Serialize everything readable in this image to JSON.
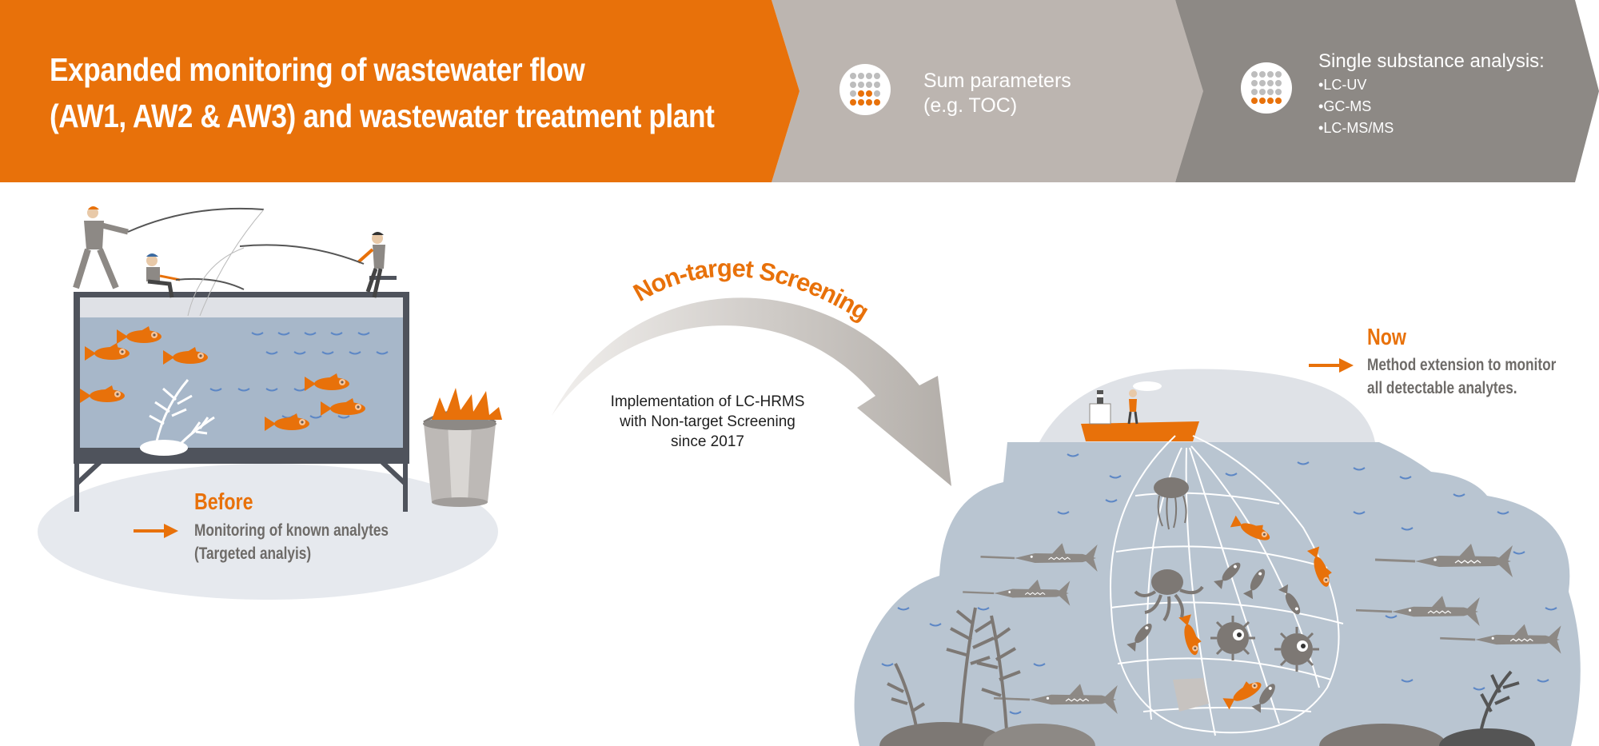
{
  "banner": {
    "title_line1": "Expanded monitoring of wastewater flow",
    "title_line2": "(AW1, AW2 & AW3) and wastewater treatment plant",
    "sum_parameters": {
      "line1": "Sum parameters",
      "line2": "(e.g. TOC)"
    },
    "single_substance": {
      "title": "Single substance analysis:",
      "items": [
        "LC-UV",
        "GC-MS",
        "LC-MS/MS"
      ]
    }
  },
  "arrow": {
    "label": "Non-target Screening",
    "caption_line1": "Implementation of LC-HRMS",
    "caption_line2": "with Non-target Screening",
    "caption_line3": "since 2017"
  },
  "before": {
    "heading": "Before",
    "text_line1": "Monitoring of known analytes",
    "text_line2": "(Targeted analyis)"
  },
  "now": {
    "heading": "Now",
    "text_line1": "Method extension to monitor",
    "text_line2": "all detectable analytes."
  },
  "colors": {
    "orange": "#e8710a",
    "light_gray": "#bcb5b0",
    "dark_gray": "#8d8985",
    "water": "#b9c5d1",
    "text_gray": "#6e6b68"
  }
}
